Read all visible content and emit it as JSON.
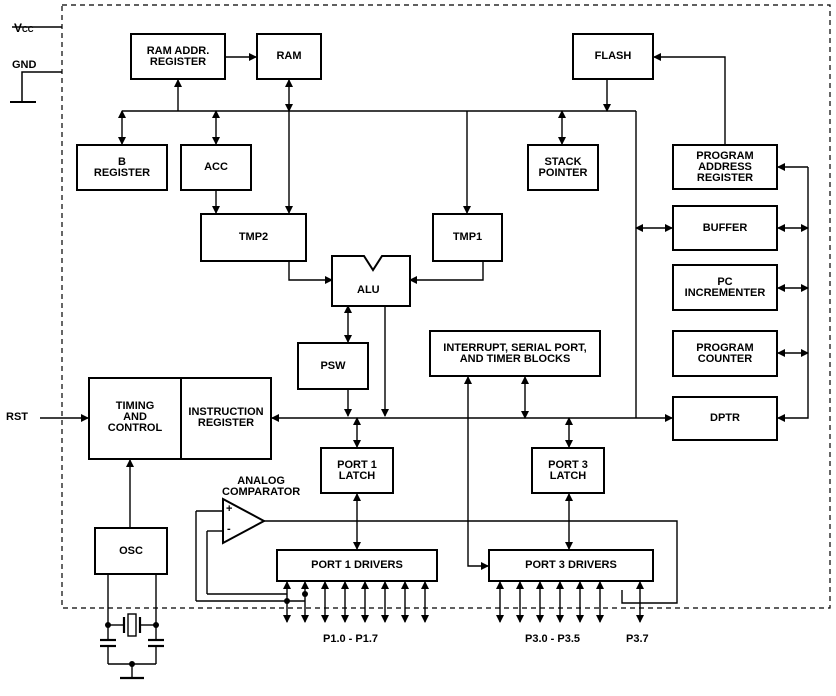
{
  "pins": {
    "vcc_main": "V",
    "vcc_sub": "CC",
    "gnd": "GND",
    "rst": "RST",
    "port1_bus": "P1.0 - P1.7",
    "port3_bus": "P3.0 - P3.5",
    "p37": "P3.7"
  },
  "blocks": {
    "ram_addr_register": "RAM ADDR.\nREGISTER",
    "ram": "RAM",
    "flash": "FLASH",
    "b_register": "B\nREGISTER",
    "acc": "ACC",
    "stack_pointer": "STACK\nPOINTER",
    "program_address_register": "PROGRAM\nADDRESS\nREGISTER",
    "buffer": "BUFFER",
    "tmp2": "TMP2",
    "tmp1": "TMP1",
    "alu": "ALU",
    "pc_incrementer": "PC\nINCREMENTER",
    "psw": "PSW",
    "interrupt_serial_timer": "INTERRUPT, SERIAL PORT,\nAND TIMER BLOCKS",
    "program_counter": "PROGRAM\nCOUNTER",
    "timing_and_control": "TIMING\nAND\nCONTROL",
    "instruction_register": "INSTRUCTION\nREGISTER",
    "dptr": "DPTR",
    "port1_latch": "PORT 1\nLATCH",
    "port3_latch": "PORT 3\nLATCH",
    "analog_comparator": "ANALOG\nCOMPARATOR",
    "osc": "OSC",
    "port1_drivers": "PORT 1 DRIVERS",
    "port3_drivers": "PORT 3 DRIVERS"
  },
  "comparator_inputs": {
    "plus": "+",
    "minus": "-"
  }
}
